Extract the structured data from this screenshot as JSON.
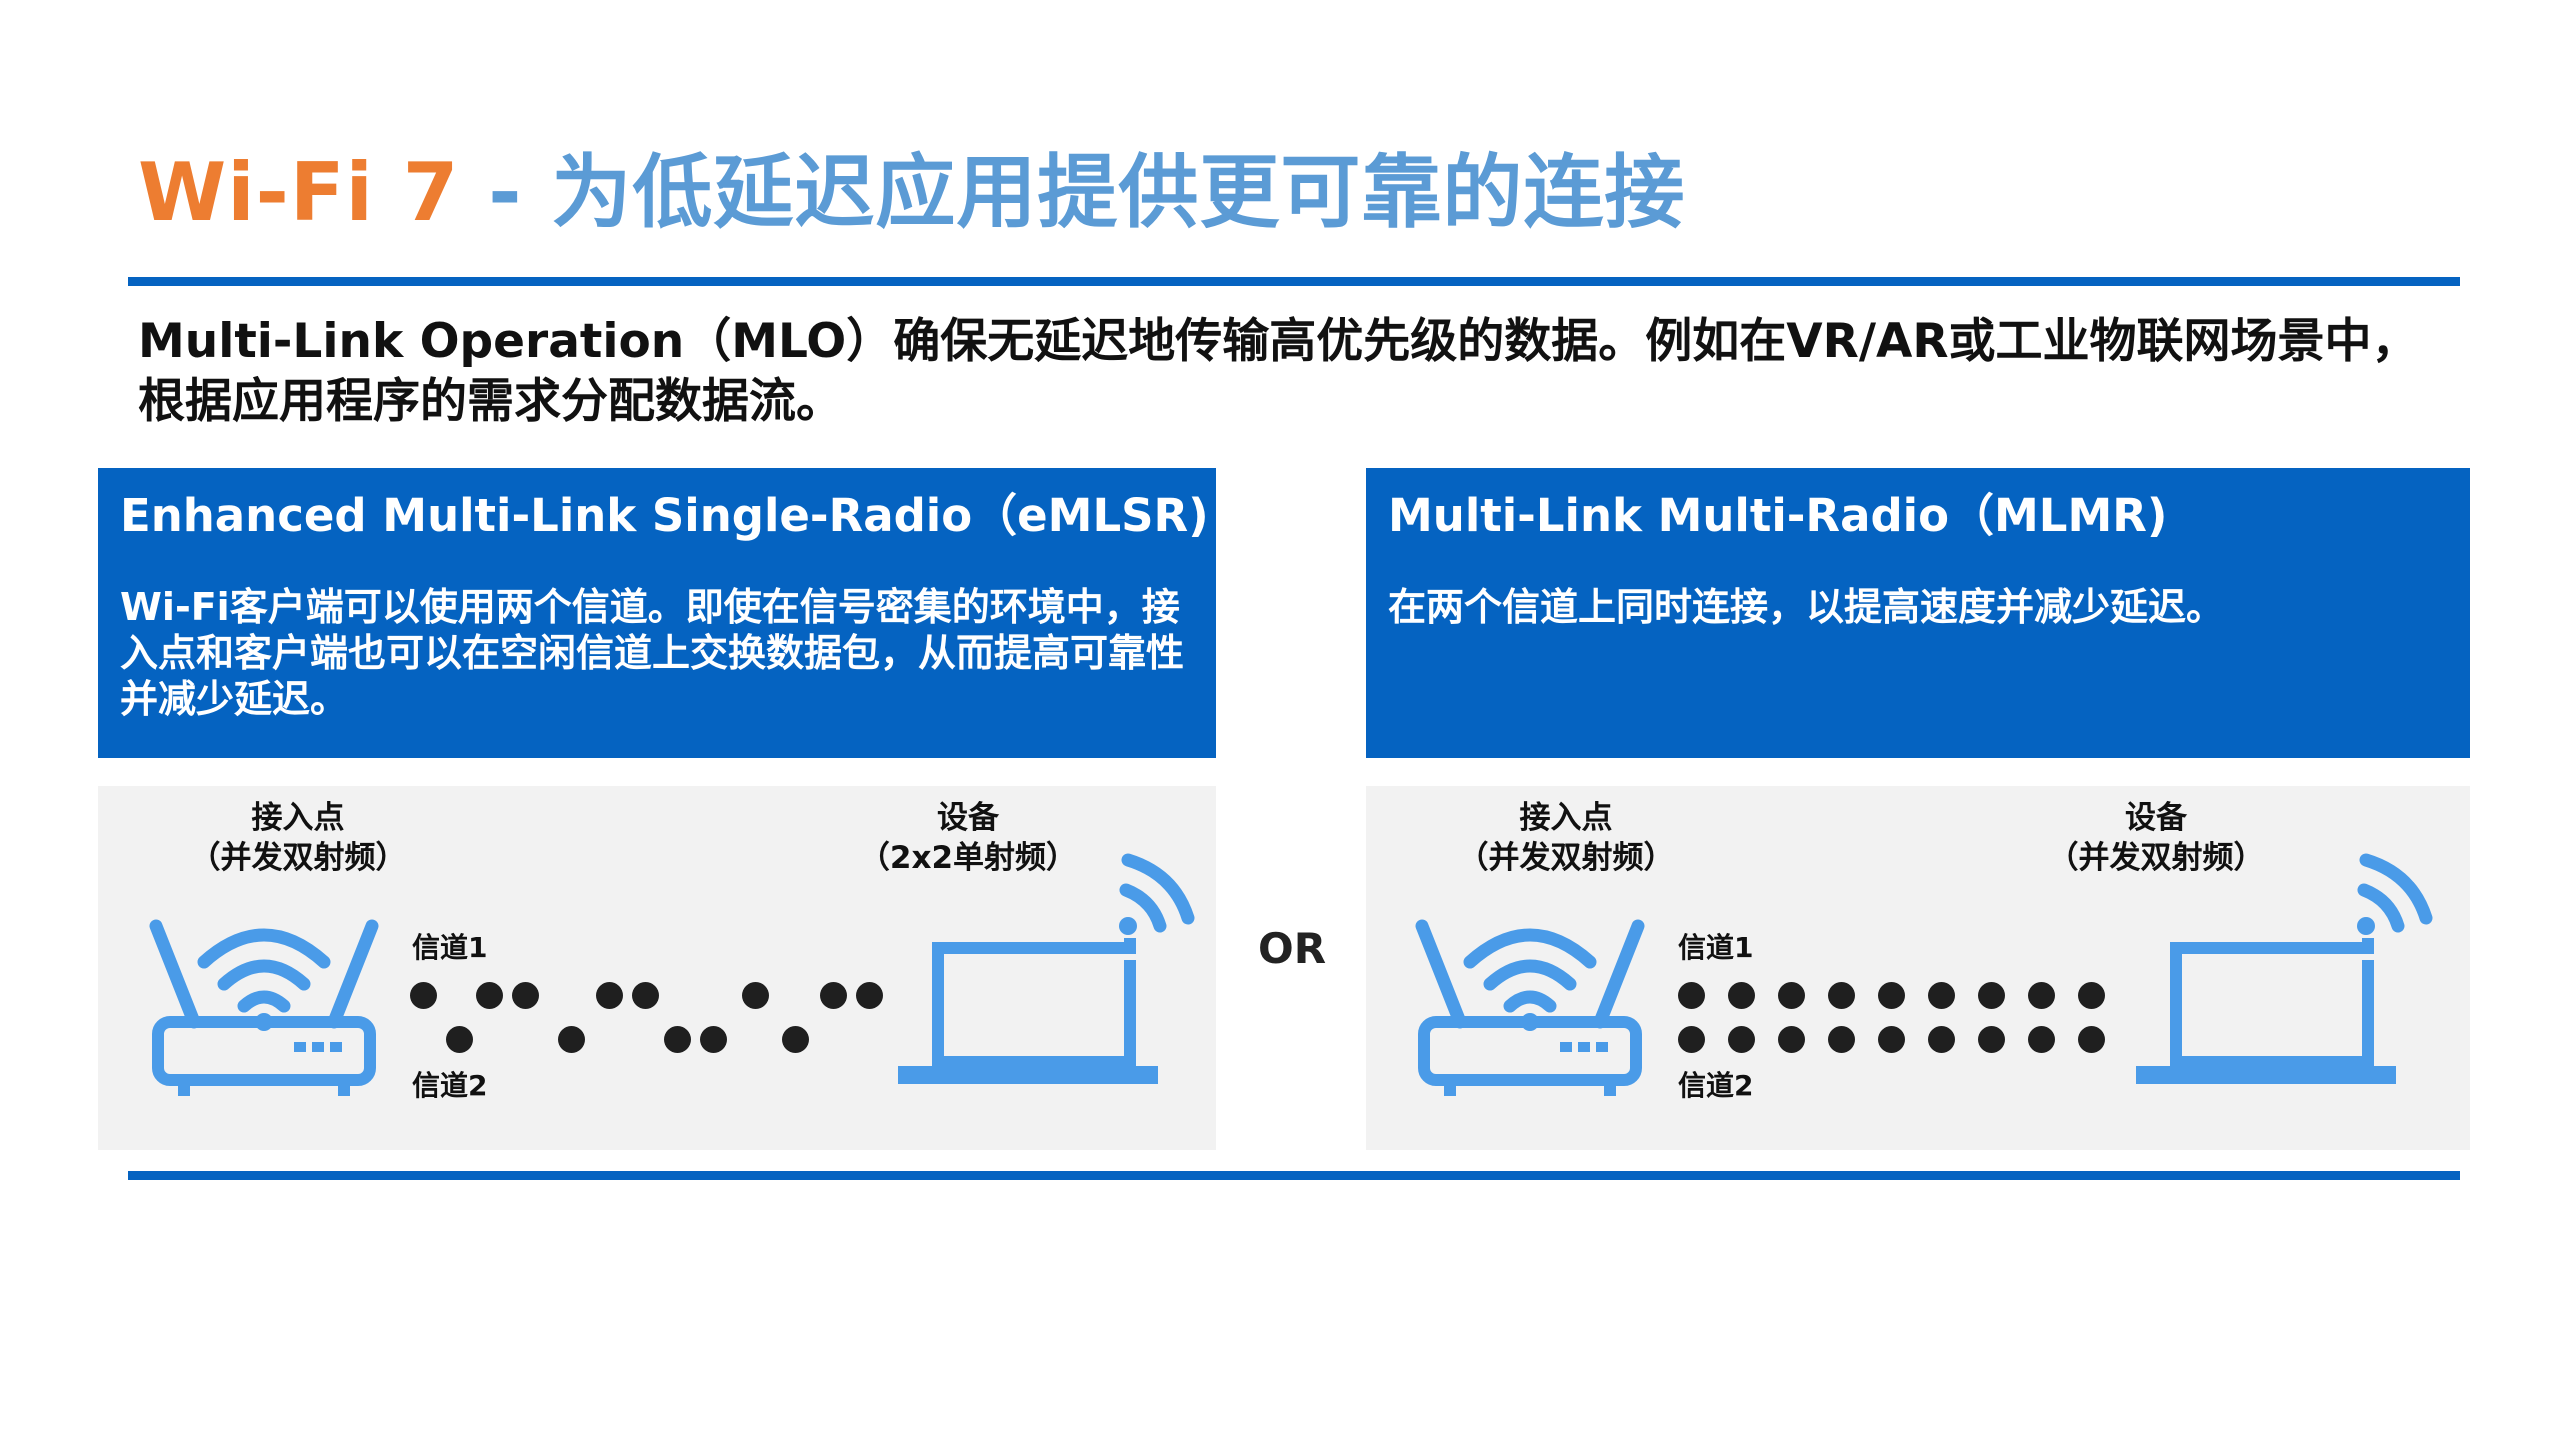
{
  "title": {
    "part1": "Wi-Fi 7",
    "part2": " - 为低延迟应用提供更可靠的连接"
  },
  "intro": "Multi-Link Operation（MLO）确保无延迟地传输高优先级的数据。例如在VR/AR或工业物联网场景中，根据应用程序的需求分配数据流。",
  "left_panel": {
    "heading": "Enhanced Multi-Link Single-Radio（eMLSR)",
    "text": "Wi-Fi客户端可以使用两个信道。即使在信号密集的环境中，接入点和客户端也可以在空闲信道上交换数据包，从而提高可靠性并减少延迟。",
    "ap_label_1": "接入点",
    "ap_label_2": "（并发双射频）",
    "device_label_1": "设备",
    "device_label_2": "（2x2单射频）",
    "channel1": "信道1",
    "channel2": "信道2"
  },
  "or_label": "OR",
  "right_panel": {
    "heading": "Multi-Link Multi-Radio（MLMR)",
    "text": "在两个信道上同时连接，以提高速度并减少延迟。",
    "ap_label_1": "接入点",
    "ap_label_2": "（并发双射频）",
    "device_label_1": "设备",
    "device_label_2": "（并发双射频）",
    "channel1": "信道1",
    "channel2": "信道2"
  },
  "colors": {
    "accent_orange": "#ED7D31",
    "accent_light_blue": "#5B9BD5",
    "panel_blue": "#0563C1",
    "icon_blue": "#4A9BE8"
  },
  "icons": [
    "router-icon",
    "laptop-wifi-icon"
  ]
}
